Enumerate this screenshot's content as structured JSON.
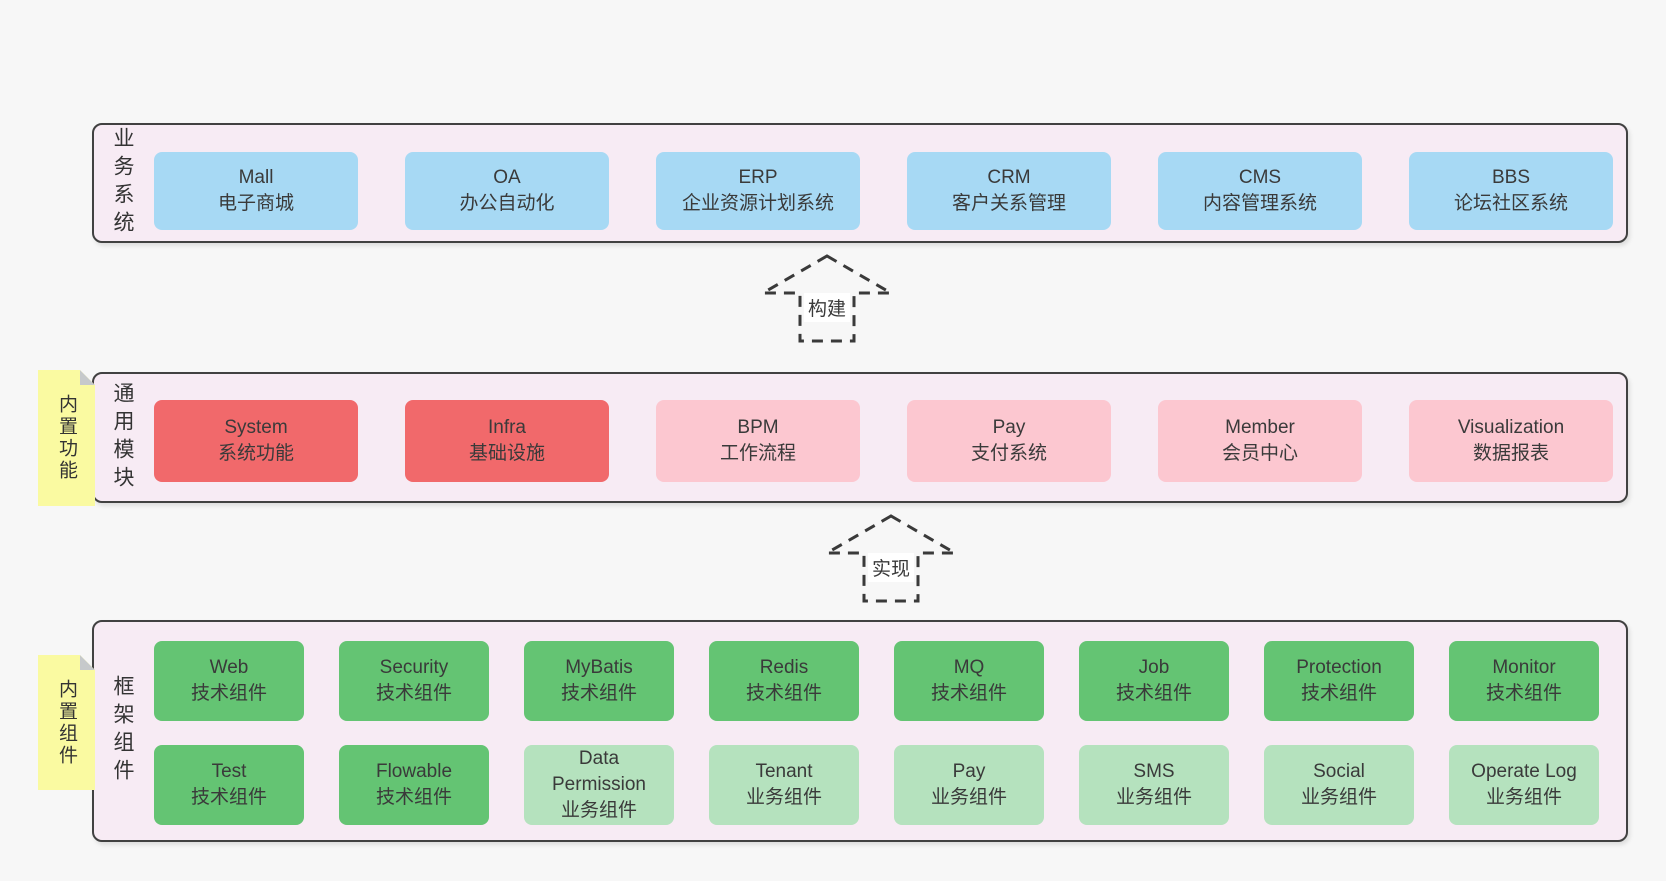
{
  "colors": {
    "page_bg": "#f7f7f7",
    "band_bg": "#f7ebf4",
    "band_border": "#414141",
    "business_box": "#a7d9f4",
    "core_module_box": "#f1696b",
    "module_box": "#fcc7d0",
    "tech_component_box": "#64c473",
    "biz_component_box": "#b5e2be",
    "sticky_note": "#fafaa1",
    "text": "#3a3a3a"
  },
  "arrows": [
    {
      "label": "构建"
    },
    {
      "label": "实现"
    }
  ],
  "bands": {
    "business": {
      "label": "业务系统",
      "boxes": [
        {
          "en": "Mall",
          "zh": "电子商城",
          "variant": "blue"
        },
        {
          "en": "OA",
          "zh": "办公自动化",
          "variant": "blue"
        },
        {
          "en": "ERP",
          "zh": "企业资源计划系统",
          "variant": "blue"
        },
        {
          "en": "CRM",
          "zh": "客户关系管理",
          "variant": "blue"
        },
        {
          "en": "CMS",
          "zh": "内容管理系统",
          "variant": "blue"
        },
        {
          "en": "BBS",
          "zh": "论坛社区系统",
          "variant": "blue"
        }
      ]
    },
    "modules": {
      "label": "通用模块",
      "sticky": "内置功能",
      "boxes": [
        {
          "en": "System",
          "zh": "系统功能",
          "variant": "red"
        },
        {
          "en": "Infra",
          "zh": "基础设施",
          "variant": "red"
        },
        {
          "en": "BPM",
          "zh": "工作流程",
          "variant": "pink"
        },
        {
          "en": "Pay",
          "zh": "支付系统",
          "variant": "pink"
        },
        {
          "en": "Member",
          "zh": "会员中心",
          "variant": "pink"
        },
        {
          "en": "Visualization",
          "zh": "数据报表",
          "variant": "pink"
        }
      ]
    },
    "components": {
      "label": "框架组件",
      "sticky": "内置组件",
      "row1": [
        {
          "en": "Web",
          "zh": "技术组件",
          "variant": "green-dark"
        },
        {
          "en": "Security",
          "zh": "技术组件",
          "variant": "green-dark"
        },
        {
          "en": "MyBatis",
          "zh": "技术组件",
          "variant": "green-dark"
        },
        {
          "en": "Redis",
          "zh": "技术组件",
          "variant": "green-dark"
        },
        {
          "en": "MQ",
          "zh": "技术组件",
          "variant": "green-dark"
        },
        {
          "en": "Job",
          "zh": "技术组件",
          "variant": "green-dark"
        },
        {
          "en": "Protection",
          "zh": "技术组件",
          "variant": "green-dark"
        },
        {
          "en": "Monitor",
          "zh": "技术组件",
          "variant": "green-dark"
        }
      ],
      "row2": [
        {
          "en": "Test",
          "zh": "技术组件",
          "variant": "green-dark"
        },
        {
          "en": "Flowable",
          "zh": "技术组件",
          "variant": "green-dark"
        },
        {
          "en": "Data Permission",
          "zh": "业务组件",
          "variant": "green-light"
        },
        {
          "en": "Tenant",
          "zh": "业务组件",
          "variant": "green-light"
        },
        {
          "en": "Pay",
          "zh": "业务组件",
          "variant": "green-light"
        },
        {
          "en": "SMS",
          "zh": "业务组件",
          "variant": "green-light"
        },
        {
          "en": "Social",
          "zh": "业务组件",
          "variant": "green-light"
        },
        {
          "en": "Operate Log",
          "zh": "业务组件",
          "variant": "green-light"
        }
      ]
    }
  }
}
